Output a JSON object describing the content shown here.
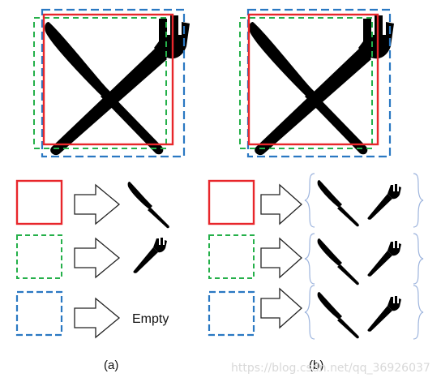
{
  "panels": {
    "a": {
      "label": "(a)"
    },
    "b": {
      "label": "(b)"
    }
  },
  "rows": {
    "red": {
      "color": "#e8262b",
      "style": "solid",
      "content_a": "knife-icon",
      "content_b": [
        "knife-icon",
        "fork-icon"
      ]
    },
    "green": {
      "color": "#25b04a",
      "style": "dashed",
      "content_a": "fork-icon",
      "content_b": [
        "knife-icon",
        "fork-icon"
      ]
    },
    "blue": {
      "color": "#2a78c2",
      "style": "dashed",
      "content_a": "Empty",
      "content_b": [
        "knife-icon",
        "fork-icon"
      ]
    }
  },
  "colors": {
    "icon": "#000000",
    "arrow_stroke": "#222222",
    "brace": "#9db4dd"
  },
  "watermark": "https://blog.csdn.net/qq_36926037"
}
